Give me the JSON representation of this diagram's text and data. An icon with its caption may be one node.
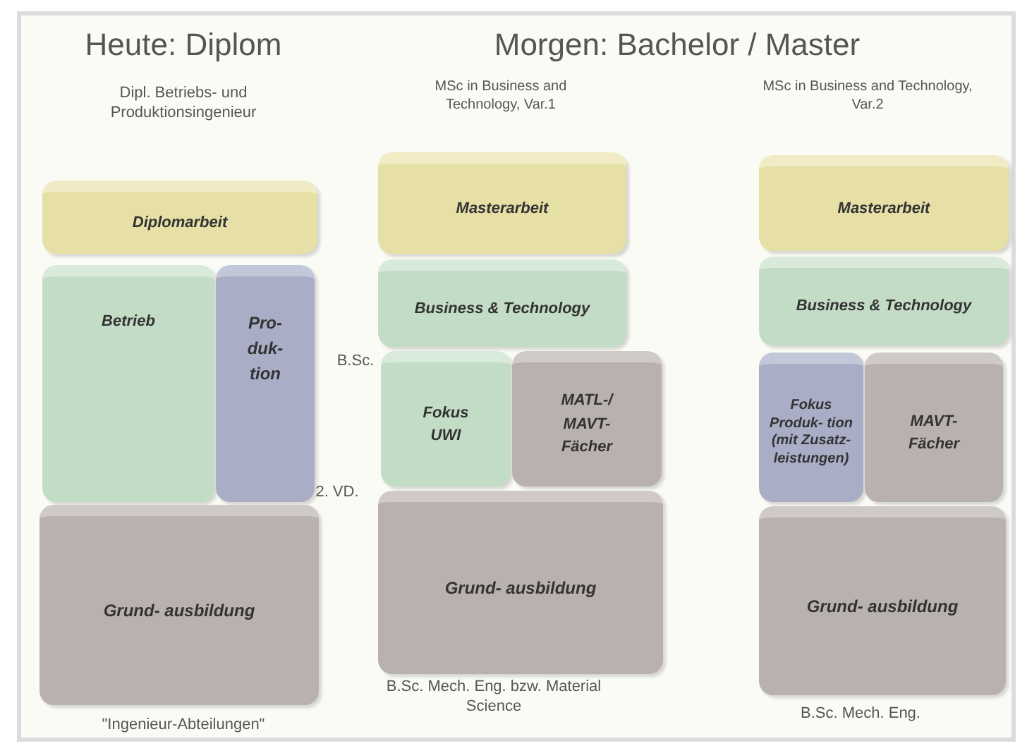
{
  "diagram": {
    "nodes": [
      {
        "text": [
          "Diplomarbeit"
        ]
      },
      {
        "text": [
          "Betrieb"
        ]
      },
      {
        "text": [
          "Pro- duk- tion"
        ]
      },
      {
        "text": [
          "Grund- ausbildung"
        ]
      },
      {
        "text": [
          "Masterarbeit"
        ]
      },
      {
        "text": [
          "Business & Technology"
        ]
      },
      {
        "text": [
          "Fokus UWI"
        ]
      },
      {
        "text": [
          "MATL-/ MAVT- Fächer"
        ]
      },
      {
        "text": [
          "Grund- ausbildung"
        ]
      },
      {
        "text": [
          "Masterarbeit"
        ]
      },
      {
        "text": [
          "Business & Technology"
        ]
      },
      {
        "text": [
          "Fokus Produk- tion (mit Zusatz- leistungen)"
        ]
      },
      {
        "text": [
          "MAVT- Fächer"
        ]
      },
      {
        "text": [
          "Grund- ausbildung"
        ]
      }
    ],
    "edges": [],
    "labels": [
      "Heute: Diplom",
      "Morgen: Bachelor / Master",
      "Dipl. Betriebs- und Produktionsingenieur",
      "MSc in Business and Technology, Var.1",
      "MSc in Business and Technology, Var.2",
      "B.Sc.",
      "2. VD.",
      "\"Ingenieur-Abteilungen\"",
      "B.Sc. Mech. Eng. bzw. Material Science",
      "B.Sc. Mech. Eng."
    ]
  }
}
